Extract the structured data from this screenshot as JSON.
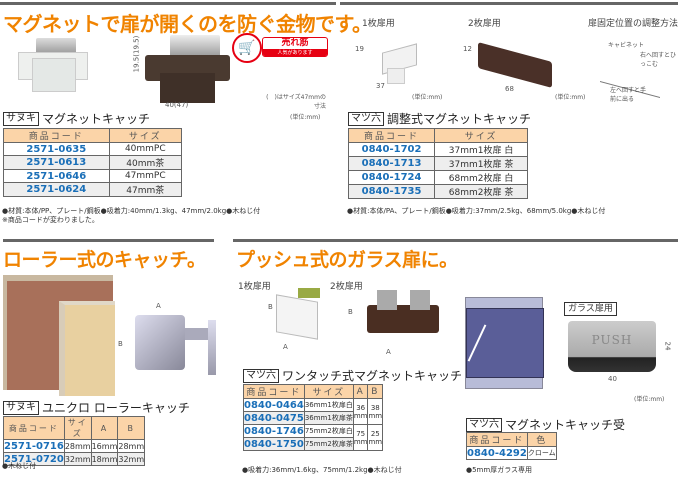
{
  "top": {
    "heading": "マグネットで扉が開くのを防ぐ金物です。",
    "badge": {
      "title": "売れ筋",
      "sub": "人気があります",
      "icon": "cart-icon"
    },
    "dim_height": "19.5(19.5)",
    "dim_width": "40(47)",
    "paren_note": "(　)はサイズ47mmの寸法",
    "unit": "(単位:mm)",
    "sanuki": {
      "maker": "サヌキ",
      "name": "マグネットキャッチ",
      "headers": [
        "商品コード",
        "サイズ"
      ],
      "rows": [
        [
          "2571-0635",
          "40mmPC"
        ],
        [
          "2571-0613",
          "40mm茶"
        ],
        [
          "2571-0646",
          "47mmPC"
        ],
        [
          "2571-0624",
          "47mm茶"
        ]
      ],
      "notes": [
        "●材質:本体/PP、プレート/鋼板●吸着力:40mm/1.3kg、47mm/2.0kg●木ねじ付",
        "※商品コードが変わりました。"
      ]
    },
    "right": {
      "label1": "1枚扉用",
      "label2": "2枚扉用",
      "label3": "扉固定位置の調整方法",
      "dim1h": "19",
      "dim1w": "37",
      "dim2h": "12",
      "dim2w": "68",
      "unit": "(単位:mm)",
      "diagram": {
        "cabinet": "キャビネット",
        "right": "右へ回すとひっこむ",
        "left": "左へ回すと手前に出る"
      }
    },
    "matsu": {
      "maker": "マツ六",
      "name": "調整式マグネットキャッチ",
      "headers": [
        "商品コード",
        "サイズ"
      ],
      "rows": [
        [
          "0840-1702",
          "37mm1枚扉 白"
        ],
        [
          "0840-1713",
          "37mm1枚扉 茶"
        ],
        [
          "0840-1724",
          "68mm2枚扉 白"
        ],
        [
          "0840-1735",
          "68mm2枚扉 茶"
        ]
      ],
      "notes": [
        "●材質:本体/PA、プレート/鋼板●吸着力:37mm/2.5kg、68mm/5.0kg●木ねじ付"
      ]
    }
  },
  "roller": {
    "heading": "ローラー式のキャッチ。",
    "dimA": "A",
    "dimB": "B",
    "maker": "サヌキ",
    "name": "ユニクロ ローラーキャッチ",
    "headers": [
      "商品コード",
      "サイズ",
      "A",
      "B"
    ],
    "rows": [
      [
        "2571-0716",
        "28mm",
        "16mm",
        "28mm"
      ],
      [
        "2571-0720",
        "32mm",
        "18mm",
        "32mm"
      ]
    ],
    "notes": [
      "●木ねじ付"
    ]
  },
  "push": {
    "heading": "プッシュ式のガラス扉に。",
    "label1": "1枚扉用",
    "label2": "2枚扉用",
    "dimA": "A",
    "dimB": "B",
    "maker": "マツ六",
    "name": "ワンタッチ式マグネットキャッチ",
    "headers": [
      "商品コード",
      "サイズ",
      "A",
      "B"
    ],
    "rows": [
      [
        "0840-0464",
        "36mm1枚扉白"
      ],
      [
        "0840-0475",
        "36mm1枚扉茶"
      ],
      [
        "0840-1746",
        "75mm2枚扉白"
      ],
      [
        "0840-1750",
        "75mm2枚扉茶"
      ]
    ],
    "ab": [
      [
        "36 mm",
        "38 mm"
      ],
      [
        "75 mm",
        "25 mm"
      ]
    ],
    "notes": [
      "●吸着力:36mm/1.6kg、75mm/1.2kg●木ねじ付"
    ]
  },
  "glass": {
    "label": "ガラス扉用",
    "plate": "PUSH",
    "dim_h": "24",
    "dim_w": "40",
    "unit": "(単位:mm)",
    "maker": "マツ六",
    "name": "マグネットキャッチ受",
    "headers": [
      "商品コード",
      "色"
    ],
    "rows": [
      [
        "0840-4292",
        "クローム"
      ]
    ],
    "notes": [
      "●5mm厚ガラス専用"
    ]
  },
  "colors": {
    "heading": "#f08300",
    "code": "#1a6fb8",
    "header_bg": "#fbd4a8",
    "badge": "#e60012"
  }
}
